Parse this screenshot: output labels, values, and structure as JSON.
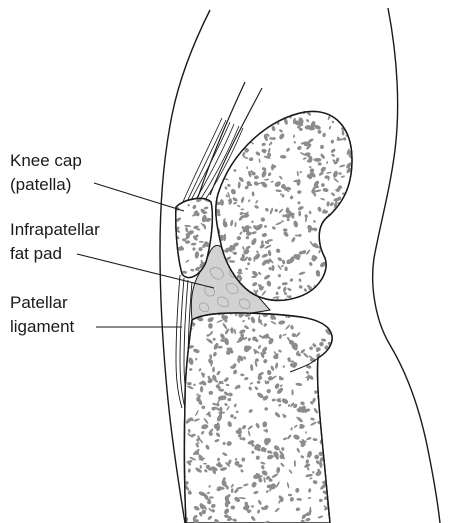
{
  "labels": {
    "patella_line1": "Knee cap",
    "patella_line2": "(patella)",
    "fatpad_line1": "Infrapatellar",
    "fatpad_line2": "fat pad",
    "ligament_line1": "Patellar",
    "ligament_line2": "ligament"
  },
  "colors": {
    "outline": "#1a1a1a",
    "bone_texture": "#8c8c8c",
    "fat_pad": "#c9c9c9",
    "background": "#ffffff"
  }
}
